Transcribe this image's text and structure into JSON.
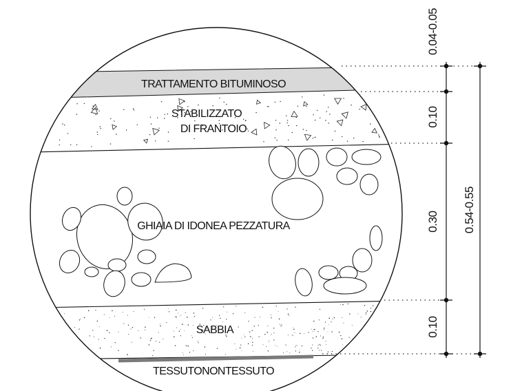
{
  "layers": {
    "trattamento": "TRATTAMENTO BITUMINOSO",
    "stabilizzato_1": "STABILIZZATO",
    "stabilizzato_2": "DI FRANTOIO",
    "ghiaia": "GHIAIA DI IDONEA PEZZATURA",
    "sabbia": "SABBIA",
    "tessuto": "TESSUTONONTESSUTO"
  },
  "dimensions": {
    "top": "0.04-0.05",
    "stabilizzato": "0.10",
    "ghiaia": "0.30",
    "sabbia": "0.10",
    "total": "0.54-0.55"
  },
  "colors": {
    "line": "#111111",
    "bitumen_fill": "#d9d9d9",
    "geotextile": "#7a7a7a"
  }
}
